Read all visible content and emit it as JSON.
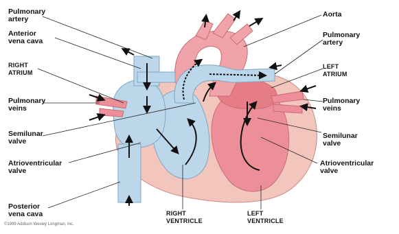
{
  "labels": {
    "pulmonary_artery_left": "Pulmonary\nartery",
    "anterior_vena_cava": "Anterior\nvena cava",
    "right_atrium": "RIGHT\nATRIUM",
    "pulmonary_veins_left": "Pulmonary\nveins",
    "semilunar_valve_left": "Semilunar\nvalve",
    "atrioventricular_valve_left": "Atrioventricular\nvalve",
    "posterior_vena_cava": "Posterior\nvena cava",
    "right_ventricle": "RIGHT\nVENTRICLE",
    "left_ventricle": "LEFT\nVENTRICLE",
    "aorta": "Aorta",
    "pulmonary_artery_right": "Pulmonary\nartery",
    "left_atrium": "LEFT\nATRIUM",
    "pulmonary_veins_right": "Pulmonary\nveins",
    "semilunar_valve_right": "Semilunar\nvalve",
    "atrioventricular_valve_right": "Atrioventricular\nvalve"
  },
  "credit": "©1999 Addison Wesley Longman, Inc.",
  "colors": {
    "deoxygenated": "#bcd6ea",
    "oxygenated": "#ec8f98",
    "heart_wall": "#f3c6bd",
    "leader": "#222222"
  }
}
